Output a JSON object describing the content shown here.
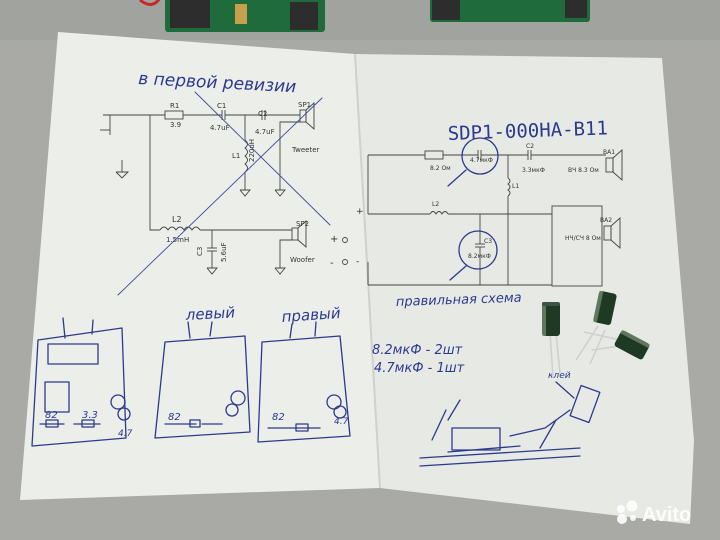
{
  "left_sheet": {
    "title": "в первой ревизии",
    "schematic": {
      "r1_ref": "R1",
      "r1_value": "3.9",
      "c1_ref": "C1",
      "c1_value": "4.7uF",
      "c2_ref": "C2",
      "c2_value": "4.7uF",
      "l1_ref": "L1",
      "l1_value": "220uH",
      "l2_ref": "L2",
      "l2_value": "1.5mH",
      "c3_ref": "C3",
      "c3_value": "5.6uF",
      "sp1_ref": "SP1",
      "sp1_name": "Tweeter",
      "sp2_ref": "SP2",
      "sp2_name": "Woofer",
      "plus": "+",
      "minus": "-"
    },
    "board_left_label": "левый",
    "board_right_label": "правый",
    "board_values": [
      "82",
      "3.3",
      "4.7",
      "82",
      "82",
      "4.7"
    ]
  },
  "right_sheet": {
    "title": "SDP1-000HA-B11",
    "schematic": {
      "r_value": "8.2 Ом",
      "c1_value": "4.7мкФ",
      "c2_ref": "C2",
      "c2_value": "3.3мкФ",
      "c3_ref": "C3",
      "c3_value": "8.2мкФ",
      "l1_ref": "L1",
      "l2_ref": "L2",
      "ba1_ref": "BA1",
      "ba1_name": "ВЧ 8.3 Ом",
      "ba2_ref": "BA2",
      "ba2_name": "НЧ/СЧ 8 Ом",
      "plus": "+",
      "minus": "-"
    },
    "caption": "правильная схема",
    "parts_line1": "8.2мкФ - 2шт",
    "parts_line2": "4.7мкФ - 1шт",
    "sketch_label": "клей"
  },
  "watermark": {
    "text": "Avito"
  },
  "colors": {
    "paper": "#eceee9",
    "ink": "#2d3a8c",
    "background": "#a9aaa5",
    "board_green": "#1f6b3c",
    "capacitor_green": "#1e3a24"
  }
}
